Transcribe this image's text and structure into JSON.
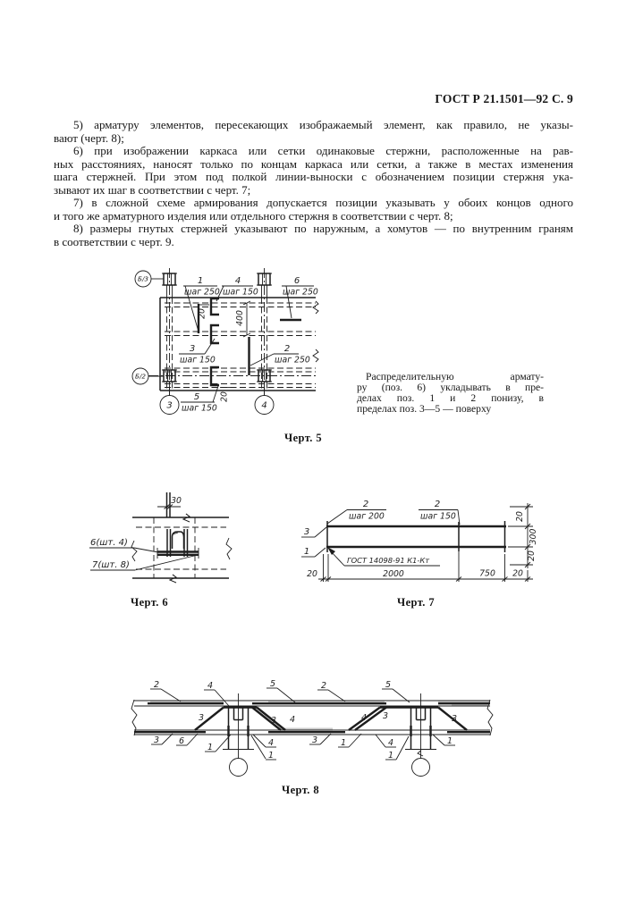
{
  "header": {
    "title": "ГОСТ Р 21.1501—92 С. 9"
  },
  "paragraphs": [
    {
      "lines": [
        "5) арматуру элементов, пересекающих изображаемый элемент, как правило, не указы-",
        "вают (черт. 8);"
      ]
    },
    {
      "lines": [
        "6) при изображении каркаса или сетки одинаковые стержни, расположенные на рав-",
        "ных расстояниях, наносят только по концам каркаса или сетки, а также в местах изменения",
        "шага стержней. При этом под полкой линии-выноски с обозначением позиции стержня ука-",
        "зывают их шаг в соответствии с черт. 7;"
      ]
    },
    {
      "lines": [
        "7) в сложной схеме армирования допускается позиции указывать у обоих концов одного",
        "и того же арматурного изделия или отдельного стержня в соответствии с черт. 8;"
      ]
    },
    {
      "lines": [
        "8) размеры гнутых стержней указывают по наружным, а хомутов — по внутренним граням",
        "в соответствии с черт. 9."
      ]
    }
  ],
  "note": {
    "lines": [
      "Распределительную армату-",
      "ру (поз. 6) укладывать в пре-",
      "делах поз. 1 и 2 понизу, в",
      "пределах поз. 3—5 — поверху"
    ]
  },
  "fig5": {
    "caption": "Черт. 5",
    "axes": {
      "a_tl": "Б/3",
      "a_ml": "Б/2",
      "a_b1": "3",
      "a_b2": "4"
    },
    "callouts": {
      "p1": "1",
      "s1": "шаг 250",
      "p4": "4",
      "s4": "шаг 150",
      "p6": "6",
      "s6": "шаг 250",
      "p3": "3",
      "s3": "шаг 150",
      "p2": "2",
      "s2": "шаг 250",
      "p5": "5",
      "s5": "шаг 150"
    },
    "dims": {
      "d20a": "20",
      "d400": "400",
      "d20b": "20"
    }
  },
  "fig6": {
    "caption": "Черт. 6",
    "dim30": "30",
    "label6": "6(шт. 4)",
    "label7": "7(шт. 8)"
  },
  "fig7": {
    "caption": "Черт. 7",
    "p2a": "2",
    "s2a": "шаг 200",
    "p2b": "2",
    "s2b": "шаг 150",
    "p3": "3",
    "p1": "1",
    "weld": "ГОСТ 14098-91  К1-Кт",
    "dims": {
      "bl": "20",
      "main": "2000",
      "mid": "750",
      "br": "20",
      "rt": "20",
      "rm": "300",
      "rb": "20"
    }
  },
  "fig8": {
    "caption": "Черт. 8",
    "top": [
      "2",
      "4",
      "5",
      "2",
      "5"
    ],
    "mid": [
      "3",
      "3",
      "4",
      "4",
      "3",
      "3"
    ],
    "bottom": [
      "3",
      "6",
      "1",
      "4",
      "1",
      "3",
      "1",
      "4",
      "1",
      "1"
    ]
  }
}
